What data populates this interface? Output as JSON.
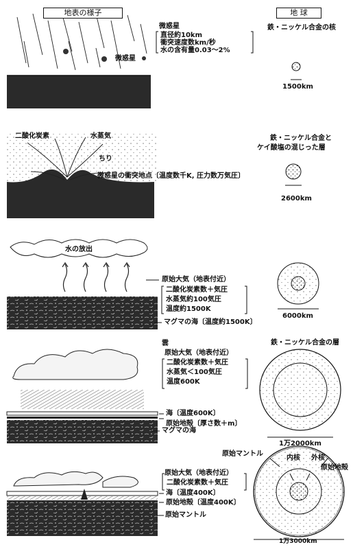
{
  "headers": {
    "left": "地表の様子",
    "right": "地 球"
  },
  "stage1": {
    "left_label": "微惑星",
    "details": [
      "直径約10km",
      "衝突速度数km/秒",
      "水の含有量0.03～2%"
    ],
    "inline_label": "微惑星",
    "right_label": "鉄・ニッケル合金の核",
    "scale": "1500km"
  },
  "stage2": {
    "co2": "二酸化炭素",
    "vapor": "水蒸気",
    "dust": "ちり",
    "impact": "微惑星の衝突地点〔温度数千K, 圧力数万気圧〕",
    "right_label_1": "鉄・ニッケル合金と",
    "right_label_2": "ケイ酸塩の混じった層",
    "scale": "2600km"
  },
  "stage3": {
    "release": "水の放出",
    "atmos": "原始大気（地表付近）",
    "details": [
      "二酸化炭素数＋気圧",
      "水蒸気約100気圧",
      "温度約1500K"
    ],
    "magma": "マグマの海〔温度約1500K〕",
    "scale": "6000km"
  },
  "stage4": {
    "right_label": "鉄・ニッケル合金の層",
    "cloud": "雲",
    "atmos": "原始大気（地表付近）",
    "details": [
      "二酸化炭素数＋気圧",
      "水蒸気＜100気圧",
      "温度600K"
    ],
    "sea": "海〔温度600K〕",
    "crust": "原始地殻〔厚さ数＋m〕",
    "magma": "マグマの海",
    "scale": "1万2000km"
  },
  "stage5": {
    "mantle_top": "原始マントル",
    "inner_core": "内核",
    "outer_core": "外核",
    "crust_top": "原始地殻",
    "atmos": "原始大気（地表付近）",
    "details": [
      "二酸化炭素数＋気圧"
    ],
    "sea": "海〔温度400K〕",
    "crust": "原始地殻〔温度400K〕",
    "mantle": "原始マントル",
    "scale": "1万3000km"
  }
}
